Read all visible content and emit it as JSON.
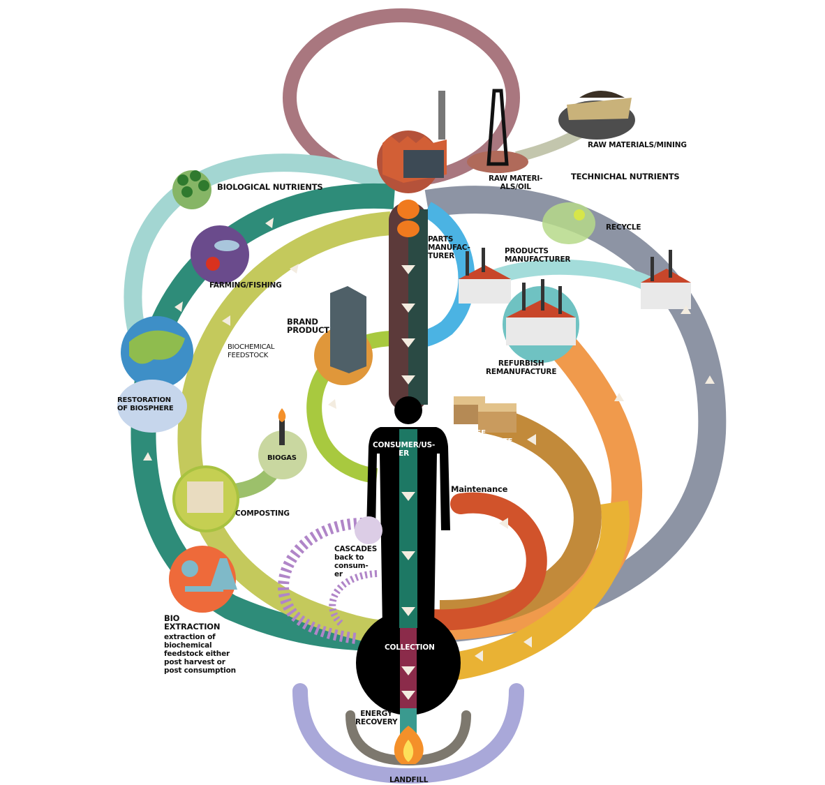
{
  "title": "Circular economy diagram",
  "labels": {
    "raw_mining": "RAW MATERIALS/MINING",
    "raw_oil": "RAW MATERI-\nALS/OIL",
    "technical_nutrients": "TECHNICHAL NUTRIENTS",
    "recycle": "RECYCLE",
    "parts": "PARTS\nMANUFAC-\nTURER",
    "products": "PRODUCTS\nMANUFACTURER",
    "biological_nutrients": "BIOLOGICAL NUTRIENTS",
    "farming": "FARMING/FISHING",
    "brand": "BRAND\nPRODUCT",
    "biochemical": "BIOCHEMICAL\nFEEDSTOCK",
    "refurbish": "REFURBISH\nREMANUFACTURE",
    "restoration": "RESTORATION\nOF BIOSPHERE",
    "biogas": "BIOGAS",
    "consumer": "CONSUMER/US-\nER",
    "rehuse": "REHUSE\nREDESTRIBUTE",
    "maintenance": "Maintenance",
    "composting": "COMPOSTING",
    "cascades": "CASCADES\nback to\nconsum-\ner",
    "bio_extraction_title": "BIO\nEXTRACTION",
    "bio_extraction_desc": "extraction of\nbiochemical\nfeedstock either\npost harvest or\npost consumption",
    "collection": "COLLECTION",
    "energy": "ENERGY\nRECOVERY",
    "landfill": "LANDFILL"
  },
  "colors": {
    "mauve_loop": "#a9777f",
    "light_teal": "#a3d6d2",
    "dark_teal": "#2e8c79",
    "yellow_green": "#c4c95c",
    "gray_blue": "#8d94a4",
    "light_blue": "#4bb3e3",
    "orange": "#f09a4c",
    "gold": "#e9b234",
    "tan": "#c28a3a",
    "maintenance": "#d1532b",
    "lime": "#a8c93f",
    "lavender": "#a9a8d9"
  }
}
